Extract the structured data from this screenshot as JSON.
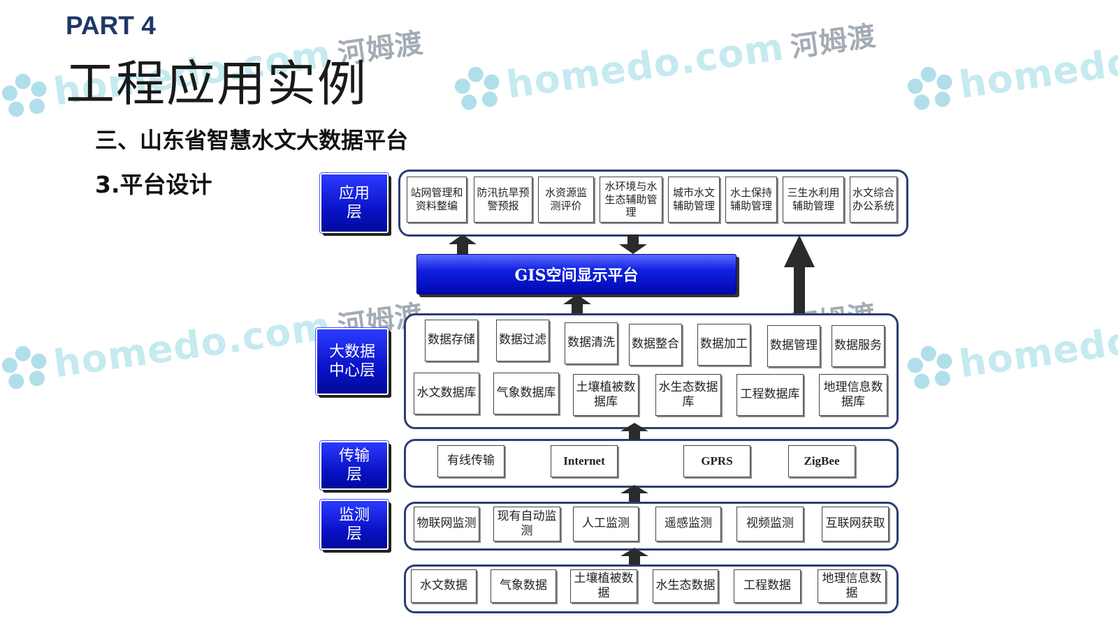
{
  "header": {
    "part": "PART 4",
    "title": "工程应用实例",
    "subtitle": "三、山东省智慧水文大数据平台",
    "section": "3.平台设计"
  },
  "watermark": {
    "text": "homedo.com",
    "cn": "河姆渡"
  },
  "layers": {
    "application": "应用层",
    "bigdata": "大数据中心层",
    "transmission": "传输层",
    "monitoring": "监测层"
  },
  "app_items": [
    "站网管理和资料整编",
    "防汛抗旱预警预报",
    "水资源监测评价",
    "水环境与水生态辅助管理",
    "城市水文辅助管理",
    "水土保持辅助管理",
    "三生水利用辅助管理",
    "水文综合办公系统"
  ],
  "gis_platform": "GIS空间显示平台",
  "data_ops": [
    "数据存储",
    "数据过滤",
    "数据清洗",
    "数据整合",
    "数据加工",
    "数据管理",
    "数据服务"
  ],
  "databases": [
    "水文数据库",
    "气象数据库",
    "土壤植被数据库",
    "水生态数据库",
    "工程数据库",
    "地理信息数据库"
  ],
  "transport_items": [
    "有线传输",
    "Internet",
    "GPRS",
    "ZigBee"
  ],
  "monitor_items": [
    "物联网监测",
    "现有自动监测",
    "人工监测",
    "遥感监测",
    "视频监测",
    "互联网获取"
  ],
  "source_items": [
    "水文数据",
    "气象数据",
    "土壤植被数据",
    "水生态数据",
    "工程数据",
    "地理信息数据"
  ],
  "colors": {
    "layer_blue": "#0a13c8",
    "title_navy": "#1f3864",
    "group_border": "#2c3e70"
  }
}
